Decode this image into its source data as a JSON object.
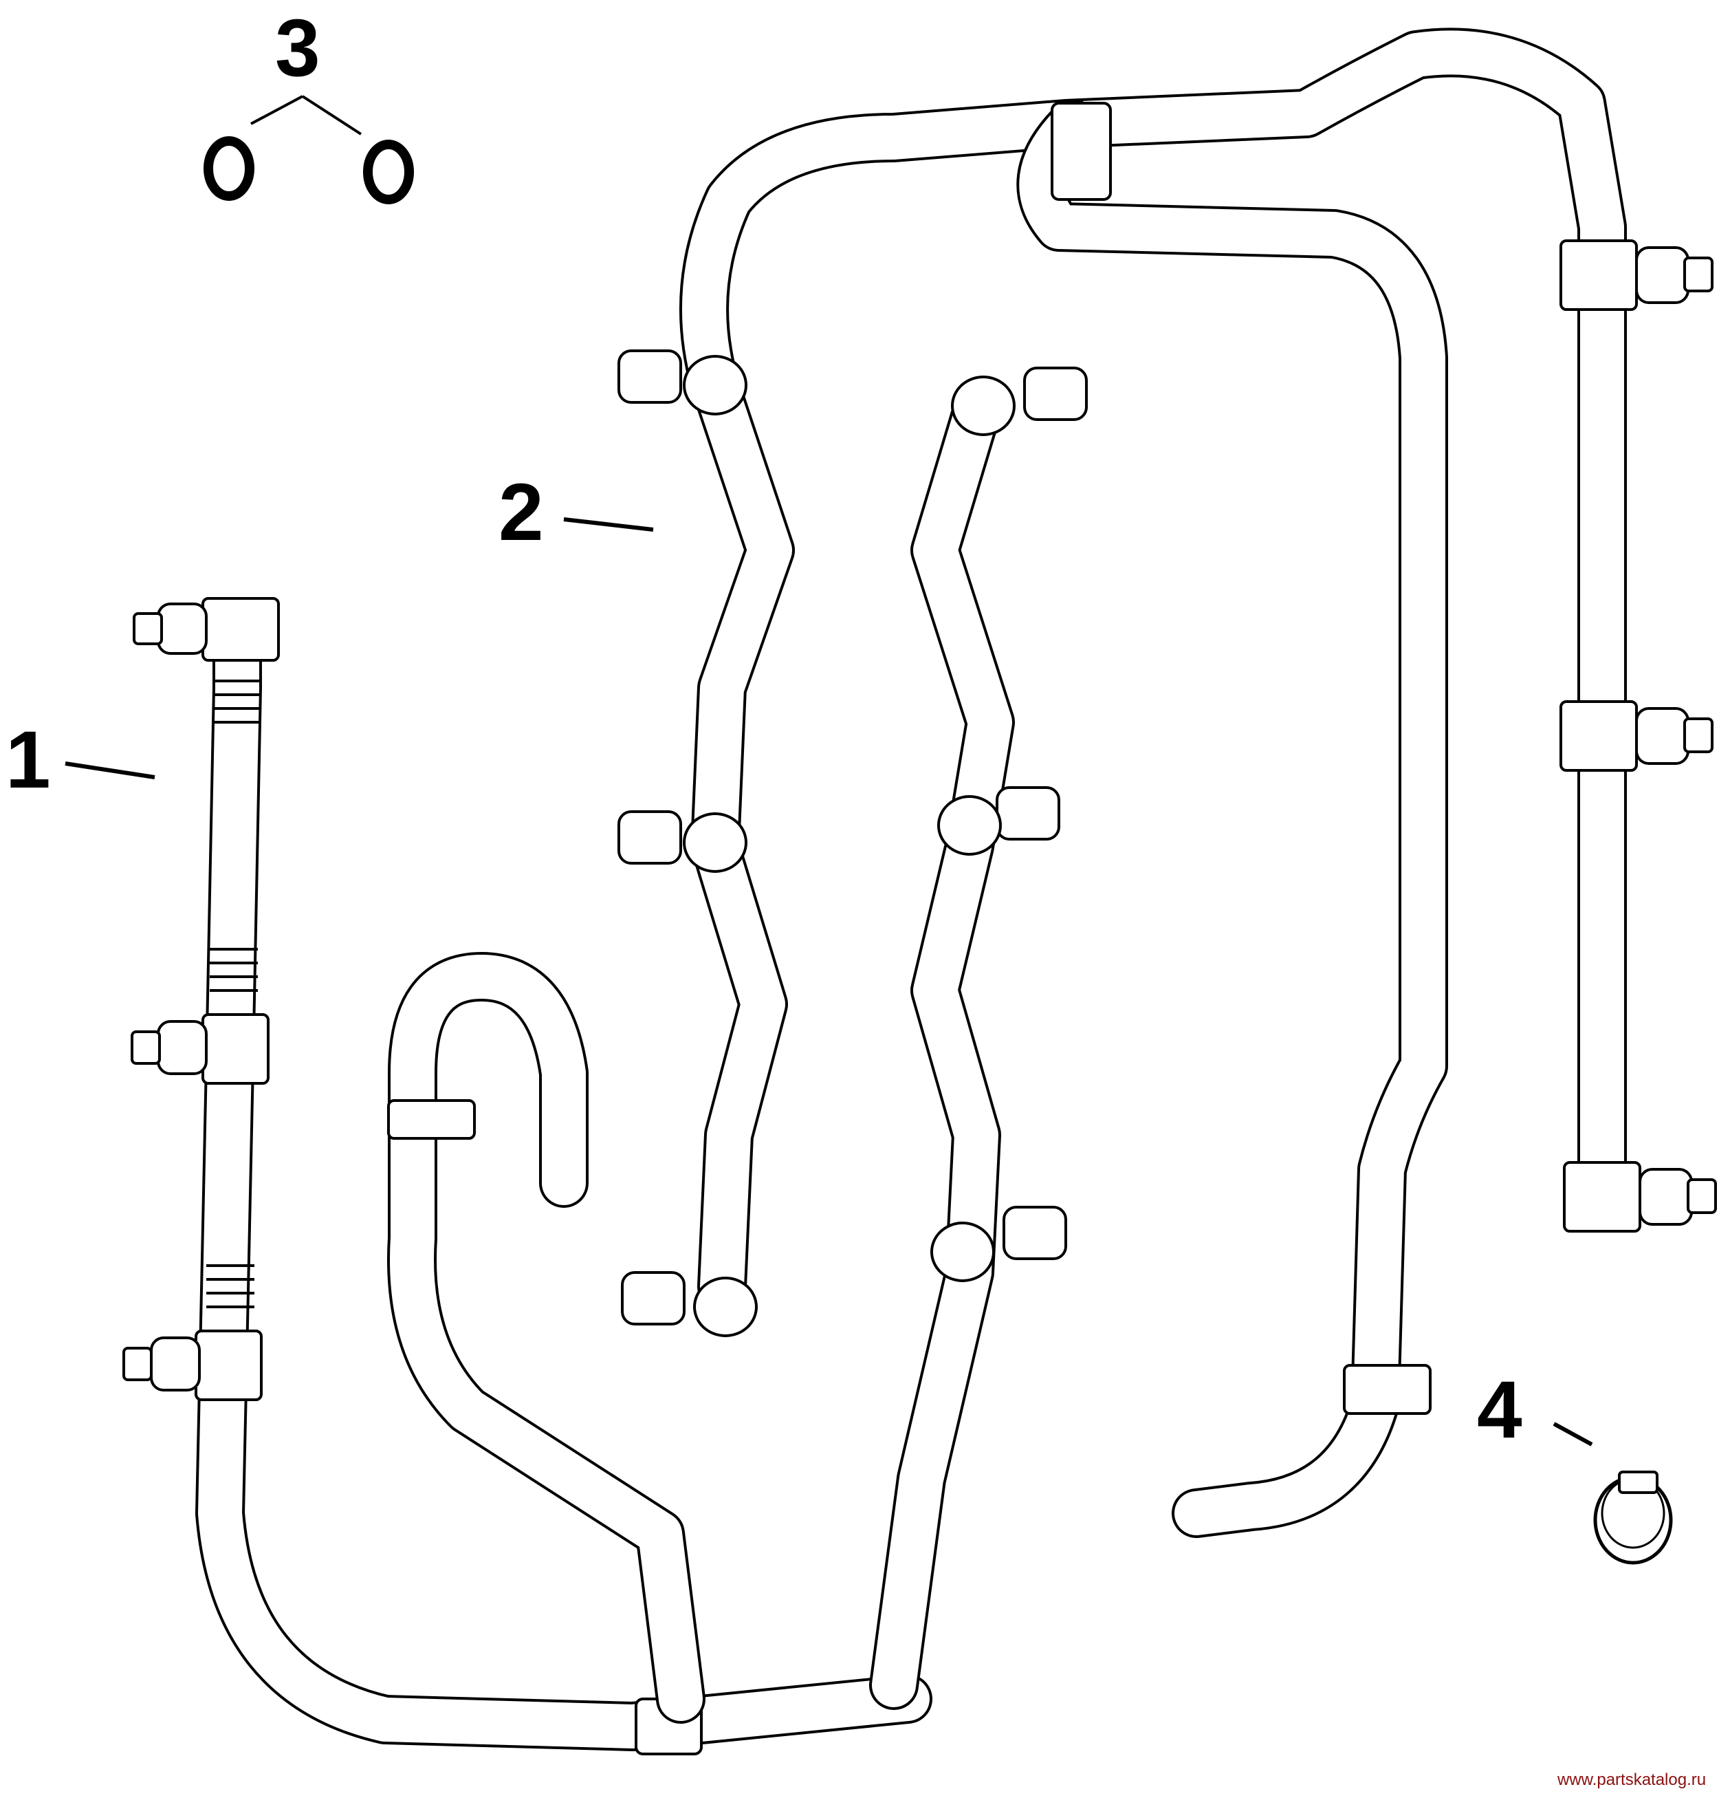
{
  "diagram": {
    "callouts": [
      {
        "id": "1",
        "text": "1"
      },
      {
        "id": "2",
        "text": "2"
      },
      {
        "id": "3",
        "text": "3"
      },
      {
        "id": "4",
        "text": "4"
      }
    ],
    "watermark": "www.partskatalog.ru",
    "parts": [
      {
        "callout": "1",
        "name": "hose-assembly-left"
      },
      {
        "callout": "2",
        "name": "hose-assembly-main"
      },
      {
        "callout": "3",
        "name": "o-ring-pair"
      },
      {
        "callout": "4",
        "name": "hose-clamp"
      }
    ]
  }
}
